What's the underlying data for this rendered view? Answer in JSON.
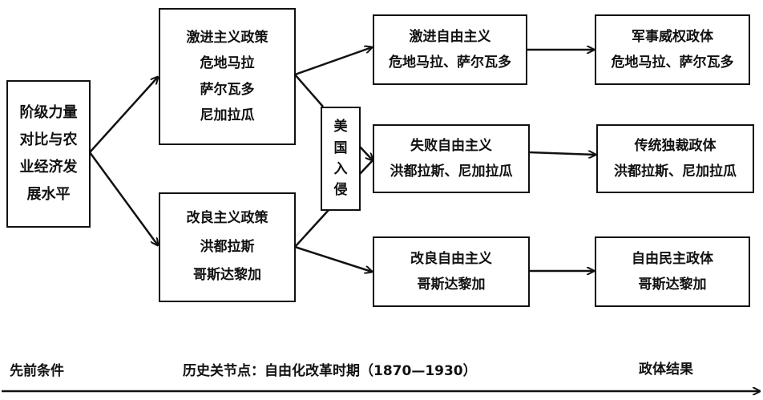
{
  "prior": {
    "lines": [
      "阶级力量",
      "对比与农",
      "业经济发",
      "展水平"
    ]
  },
  "policies": [
    {
      "title": "激进主义政策",
      "countries": [
        "危地马拉",
        "萨尔瓦多",
        "尼加拉瓜"
      ]
    },
    {
      "title": "改良主义政策",
      "countries": [
        "洪都拉斯",
        "哥斯达黎加"
      ]
    }
  ],
  "intervention": {
    "chars": [
      "美",
      "国",
      "入",
      "侵"
    ]
  },
  "liberalism": [
    {
      "title": "激进自由主义",
      "countries": "危地马拉、萨尔瓦多"
    },
    {
      "title": "失败自由主义",
      "countries": "洪都拉斯、尼加拉瓜"
    },
    {
      "title": "改良自由主义",
      "countries": "哥斯达黎加"
    }
  ],
  "regimes": [
    {
      "title": "军事威权政体",
      "countries": "危地马拉、萨尔瓦多"
    },
    {
      "title": "传统独裁政体",
      "countries": "洪都拉斯、尼加拉瓜"
    },
    {
      "title": "自由民主政体",
      "countries": "哥斯达黎加"
    }
  ],
  "timeline": {
    "start": "先前条件",
    "middle": "历史关节点：自由化改革时期（1870—1930）",
    "end": "政体结果"
  }
}
